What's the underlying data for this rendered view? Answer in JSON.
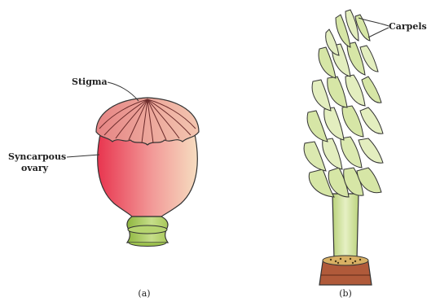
{
  "labels": {
    "stigma": "Stigma",
    "syncarpous_line1": "Syncarpous",
    "syncarpous_line2": "ovary",
    "carpels": "Carpels"
  },
  "captions": {
    "a": "(a)",
    "b": "(b)"
  },
  "colors": {
    "ovary_pink": "#e8354f",
    "ovary_cream": "#f6ddc0",
    "stigma_pink": "#e89a9a",
    "stalk_green": "#a8c85a",
    "carpel_green": "#d6e6a6",
    "base_brown": "#a85032",
    "outline": "#333333"
  }
}
